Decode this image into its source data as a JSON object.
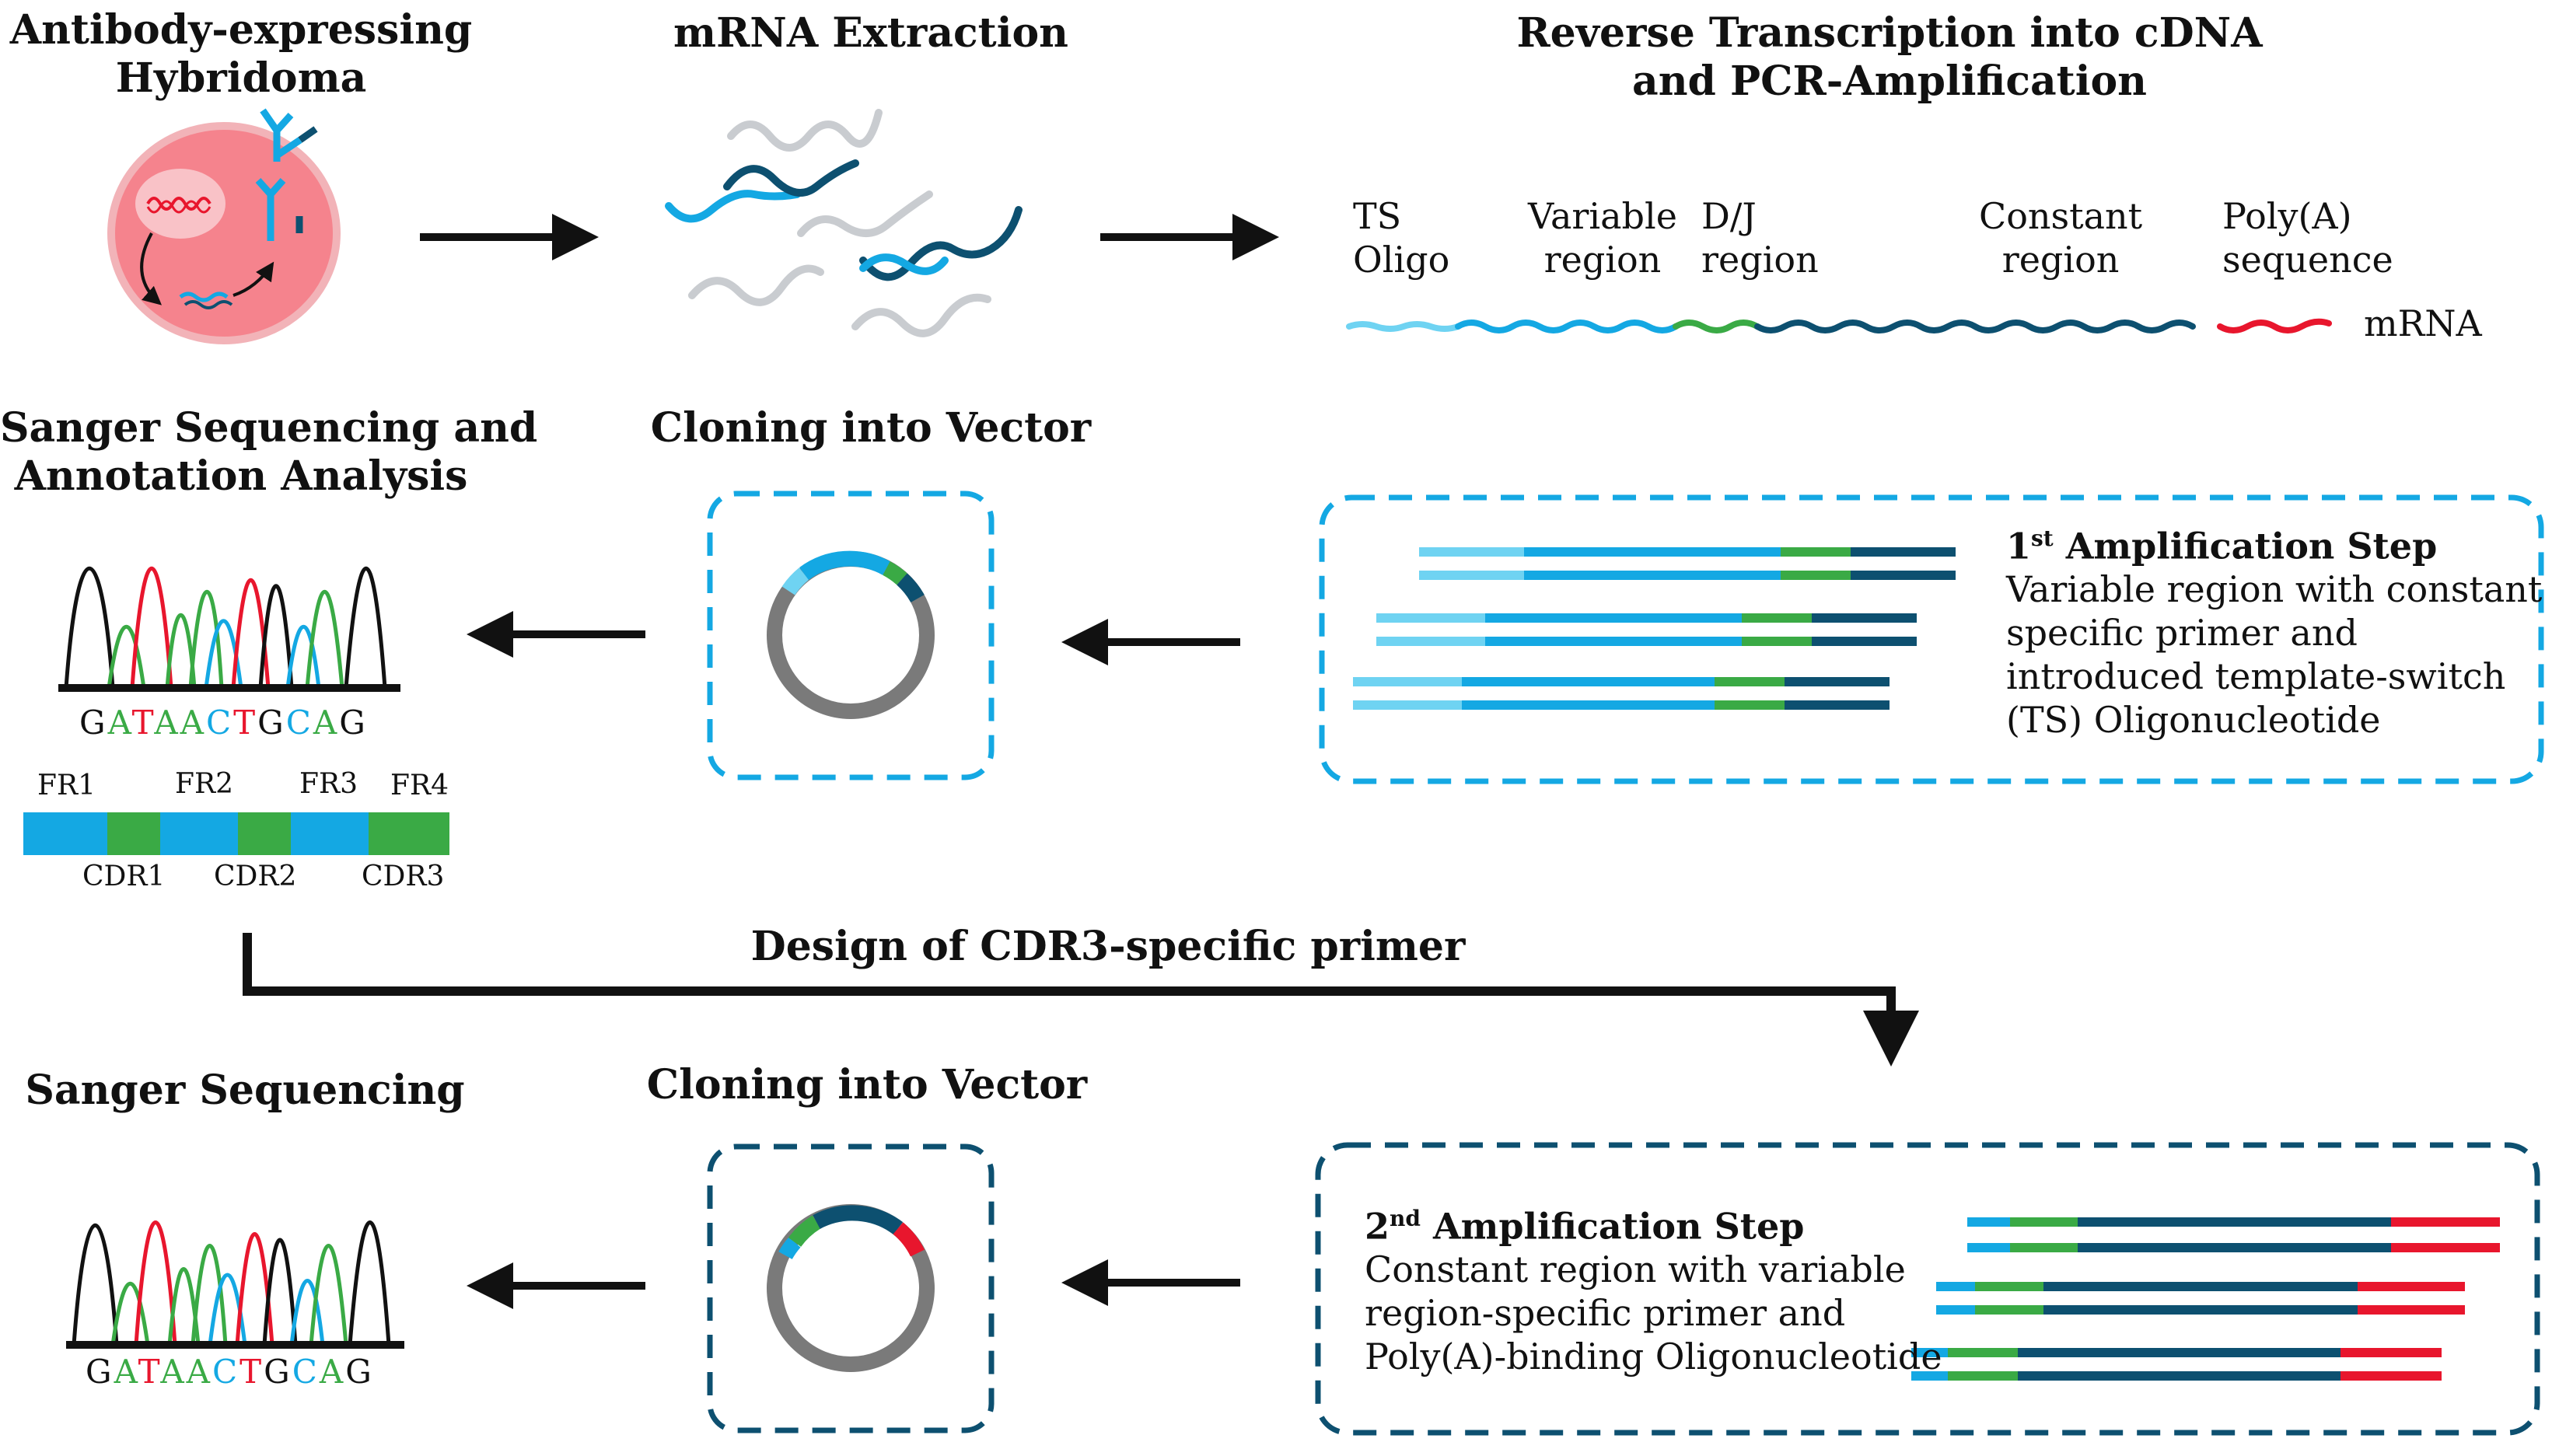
{
  "colors": {
    "ts_light_blue": "#6fd3f2",
    "variable_blue": "#14a8e3",
    "dj_green": "#3aaa45",
    "constant_navy": "#0d5070",
    "polya_red": "#e8162d",
    "cell_pink": "#f5838d",
    "grey_mrna": "#c9ccd0",
    "black": "#111111"
  },
  "titles": {
    "hybridoma_line1": "Antibody-expressing",
    "hybridoma_line2": "Hybridoma",
    "mrna_extraction": "mRNA Extraction",
    "rt_line1": "Reverse Transcription into cDNA",
    "rt_line2": "and PCR-Amplification",
    "sanger_annot_line1": "Sanger Sequencing and",
    "sanger_annot_line2": "Annotation Analysis",
    "cloning_top": "Cloning into Vector",
    "design_cdr3": "Design of CDR3-specific primer",
    "sanger_bottom": "Sanger Sequencing",
    "cloning_bottom": "Cloning into Vector"
  },
  "mrna_labels": {
    "ts_l1": "TS",
    "ts_l2": "Oligo",
    "var_l1": "Variable",
    "var_l2": "region",
    "dj_l1": "D/J",
    "dj_l2": "region",
    "const_l1": "Constant",
    "const_l2": "region",
    "polya_l1": "Poly(A)",
    "polya_l2": "sequence",
    "mrna": "mRNA"
  },
  "step1": {
    "title_prefix": "1",
    "title_sup": "st",
    "title_rest": " Amplification Step",
    "line1": "Variable region with constant",
    "line2": "specific primer and",
    "line3": "introduced template-switch",
    "line4": "(TS) Oligonucleotide"
  },
  "step2": {
    "title_prefix": "2",
    "title_sup": "nd",
    "title_rest": " Amplification Step",
    "line1": "Constant region with variable",
    "line2": "region-specific primer and",
    "line3": "Poly(A)-binding Oligonucleotide"
  },
  "sequence": {
    "letters": [
      "G",
      "A",
      "T",
      "A",
      "A",
      "C",
      "T",
      "G",
      "C",
      "A",
      "G"
    ],
    "letter_colors": [
      "#111111",
      "#3aaa45",
      "#e8162d",
      "#3aaa45",
      "#3aaa45",
      "#14a8e3",
      "#e8162d",
      "#111111",
      "#14a8e3",
      "#3aaa45",
      "#111111"
    ]
  },
  "framework": {
    "fr1": "FR1",
    "fr2": "FR2",
    "fr3": "FR3",
    "fr4": "FR4",
    "cdr1": "CDR1",
    "cdr2": "CDR2",
    "cdr3": "CDR3"
  }
}
